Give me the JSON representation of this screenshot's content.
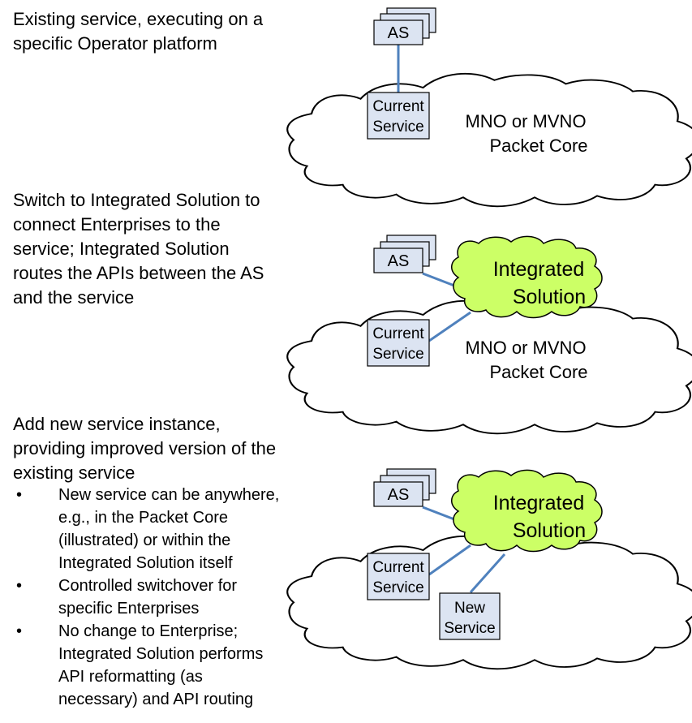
{
  "panel1": {
    "caption": "Existing service, executing on a specific Operator platform",
    "caption_lines": [
      "Existing service, executing on a",
      "specific Operator platform"
    ],
    "as_label": "AS",
    "current_service": [
      "Current",
      "Service"
    ],
    "core_label": [
      "MNO or MVNO",
      "Packet Core"
    ]
  },
  "panel2": {
    "caption_lines": [
      "Switch to Integrated Solution to",
      "connect Enterprises to the",
      "service; Integrated Solution",
      "routes the APIs between the AS",
      "and the service"
    ],
    "as_label": "AS",
    "integrated": [
      "Integrated",
      "Solution"
    ],
    "current_service": [
      "Current",
      "Service"
    ],
    "core_label": [
      "MNO or MVNO",
      "Packet Core"
    ]
  },
  "panel3": {
    "caption_lines": [
      "Add new service instance,",
      "providing improved version of the",
      "existing service"
    ],
    "bullets": [
      [
        "New service can be anywhere,",
        "e.g., in the Packet Core",
        "(illustrated) or within the",
        "Integrated Solution itself"
      ],
      [
        "Controlled switchover for",
        "specific Enterprises"
      ],
      [
        "No change to Enterprise;",
        "Integrated Solution performs",
        "API reformatting (as",
        "necessary) and API routing"
      ]
    ],
    "as_label": "AS",
    "integrated": [
      "Integrated",
      "Solution"
    ],
    "current_service": [
      "Current",
      "Service"
    ],
    "new_service": [
      "New",
      "Service"
    ]
  },
  "colors": {
    "box_fill": "#dce4f2",
    "integrated_fill": "#ccff66",
    "link": "#4f81bd"
  }
}
